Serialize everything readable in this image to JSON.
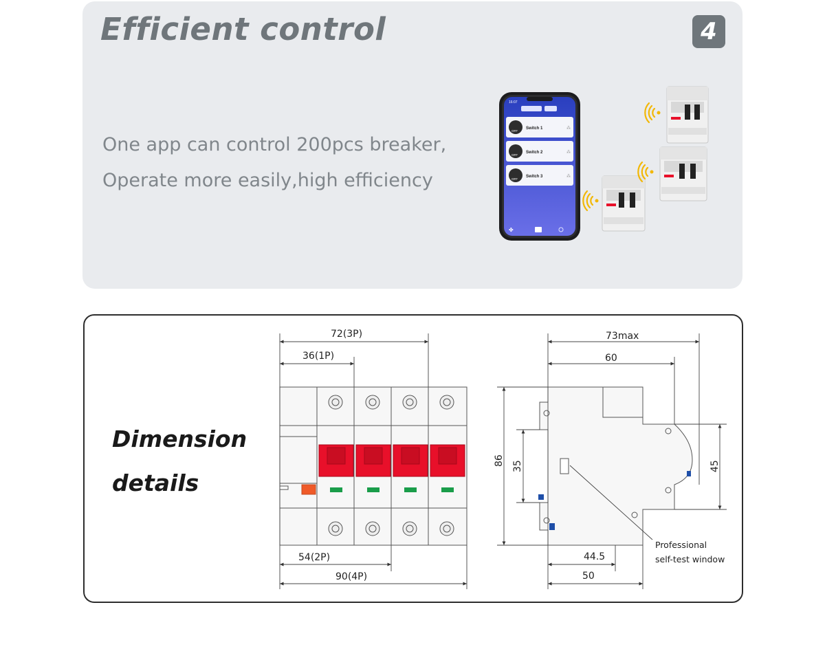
{
  "header": {
    "title": "Efficient control",
    "step_badge": "4"
  },
  "description": {
    "line1": "One app can control 200pcs breaker,",
    "line2": "Operate more easily,high efficiency"
  },
  "phone": {
    "time": "16:07",
    "switches": [
      {
        "label": "Switch 1",
        "state": "OFF"
      },
      {
        "label": "Switch 2",
        "state": "OFF"
      },
      {
        "label": "Switch 3",
        "state": "OFF"
      }
    ]
  },
  "dimensions_section": {
    "title_line1": "Dimension",
    "title_line2": "details",
    "front_view": {
      "width_3p": "72(3P)",
      "width_1p": "36(1P)",
      "width_2p": "54(2P)",
      "width_4p": "90(4P)"
    },
    "side_view": {
      "depth_max": "73max",
      "depth_60": "60",
      "height_86": "86",
      "rail_35": "35",
      "front_45": "45",
      "depth_44_5": "44.5",
      "depth_50": "50",
      "window_label_line1": "Professional",
      "window_label_line2": "self-test window"
    }
  },
  "colors": {
    "panel_bg": "#e9ebee",
    "title_gray": "#6f767b",
    "handle_red": "#e8102a",
    "indicator_green": "#1a9d4a"
  }
}
